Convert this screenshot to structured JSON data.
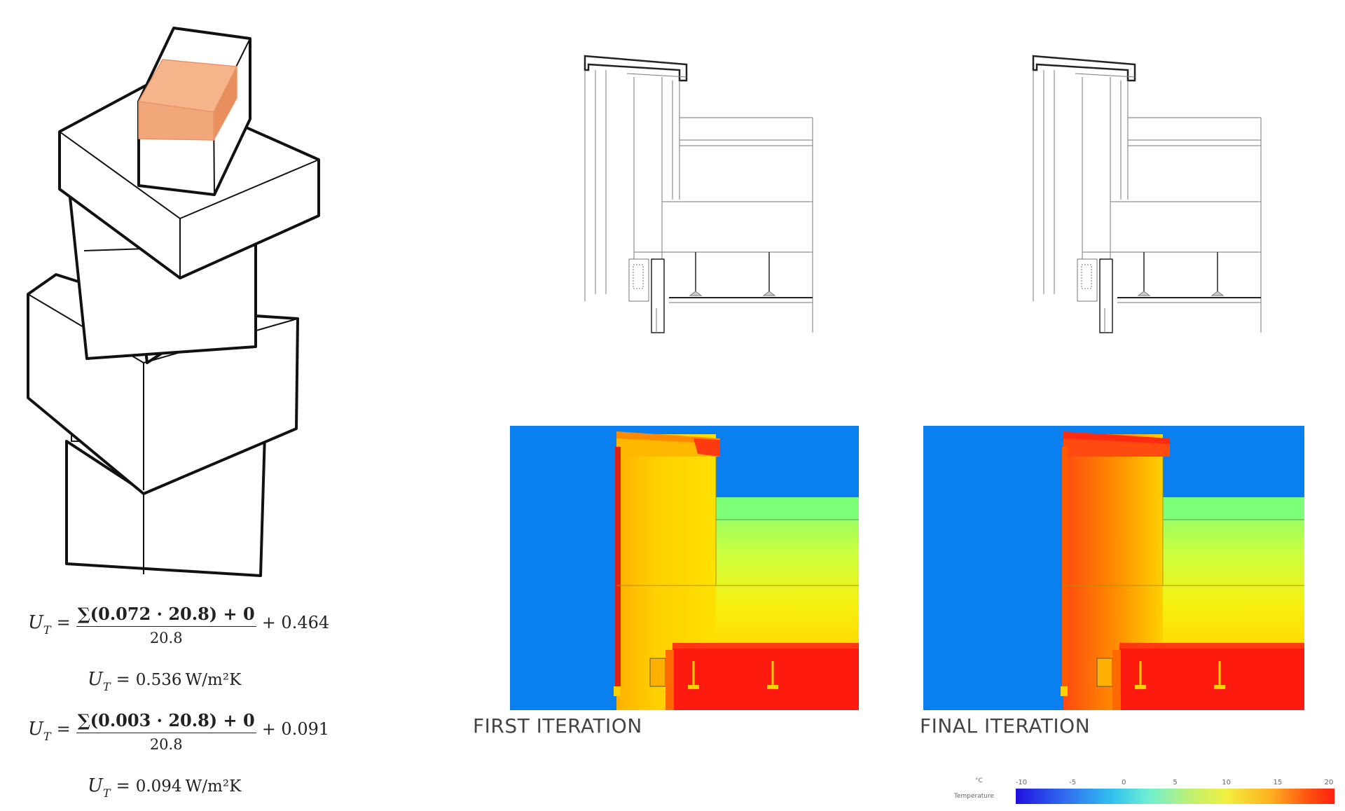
{
  "formulas": [
    {
      "lhs": "U",
      "sub": "T",
      "numerator": "∑(0.072 · 20.8) + 0",
      "denominator": "20.8",
      "addend": "+ 0.464"
    },
    {
      "lhs": "U",
      "sub": "T",
      "result": "0.536",
      "unit": "W/m²K"
    },
    {
      "lhs": "U",
      "sub": "T",
      "numerator": "∑(0.003 · 20.8) + 0",
      "denominator": "20.8",
      "addend": "+ 0.091"
    },
    {
      "lhs": "U",
      "sub": "T",
      "result": "0.094",
      "unit": "W/m²K"
    }
  ],
  "equals": "=",
  "labels": {
    "first": "FIRST ITERATION",
    "final": "FINAL ITERATION"
  },
  "legend": {
    "unit": "°C",
    "title": "Temperature",
    "ticks": [
      "-10",
      "-5",
      "0",
      "5",
      "10",
      "15",
      "20"
    ]
  },
  "colors": {
    "highlight_box": "#f2a77a",
    "cold": "#0a7ff0",
    "warm": "#ff1a10",
    "mid": "#ffdd00",
    "cool_green": "#80ff70"
  }
}
